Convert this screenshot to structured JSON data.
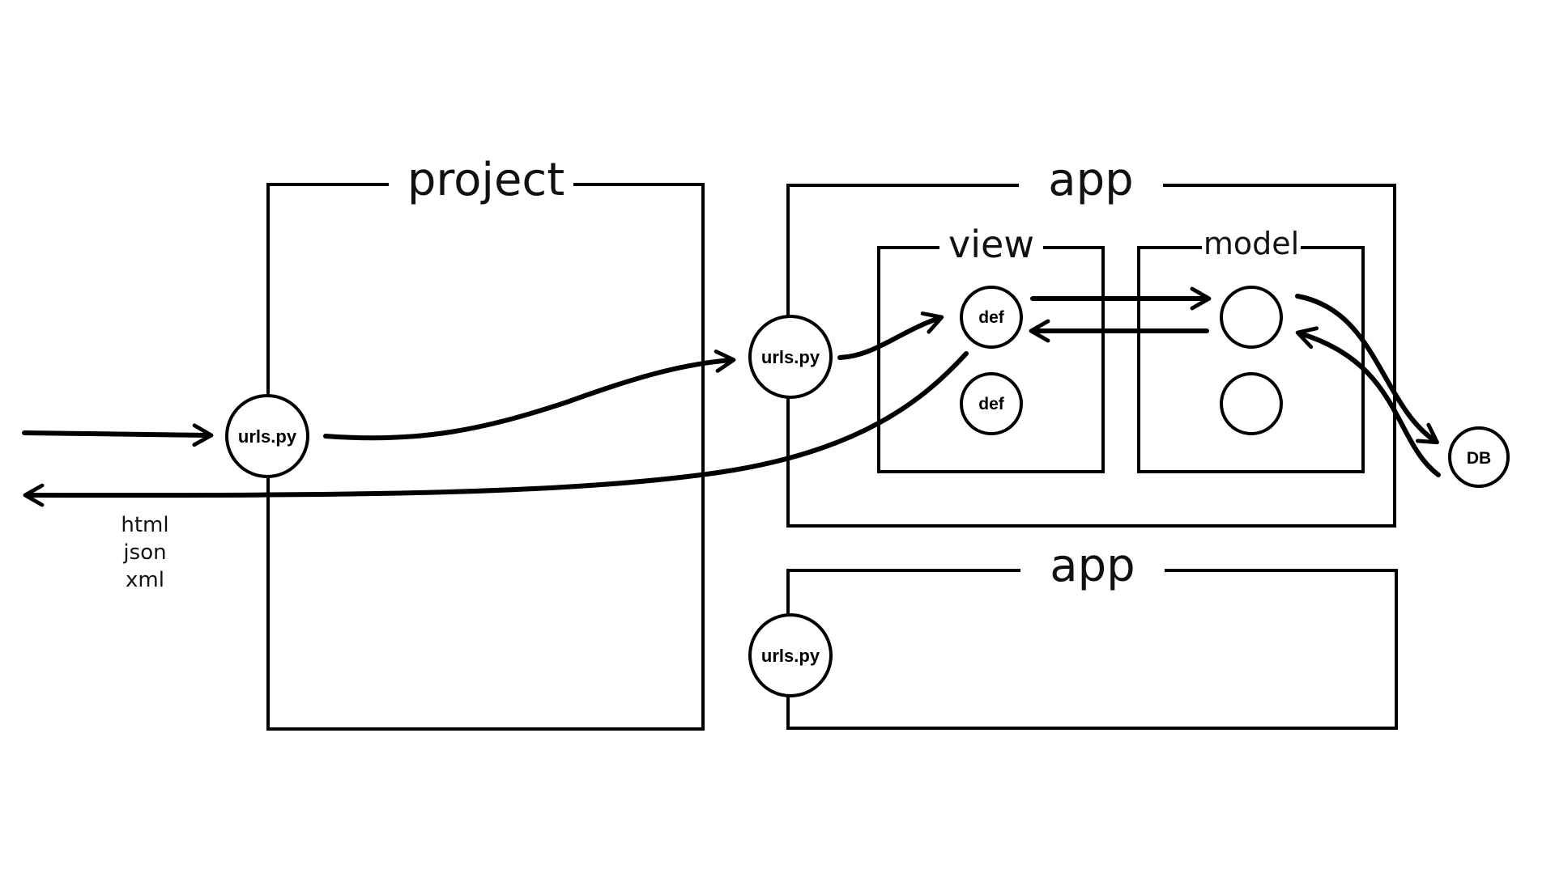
{
  "containers": {
    "project": {
      "label": "project"
    },
    "app_top": {
      "label": "app"
    },
    "view": {
      "label": "view"
    },
    "model": {
      "label": "model"
    },
    "app_bottom": {
      "label": "app"
    }
  },
  "nodes": {
    "project_urls": "urls.py",
    "app_top_urls": "urls.py",
    "app_bottom_urls": "urls.py",
    "view_def_1": "def",
    "view_def_2": "def",
    "model_1": "",
    "model_2": "",
    "db": "DB"
  },
  "response_formats": [
    "html",
    "json",
    "xml"
  ],
  "colors": {
    "stroke": "#000000",
    "background": "#ffffff",
    "text": "#111111"
  }
}
